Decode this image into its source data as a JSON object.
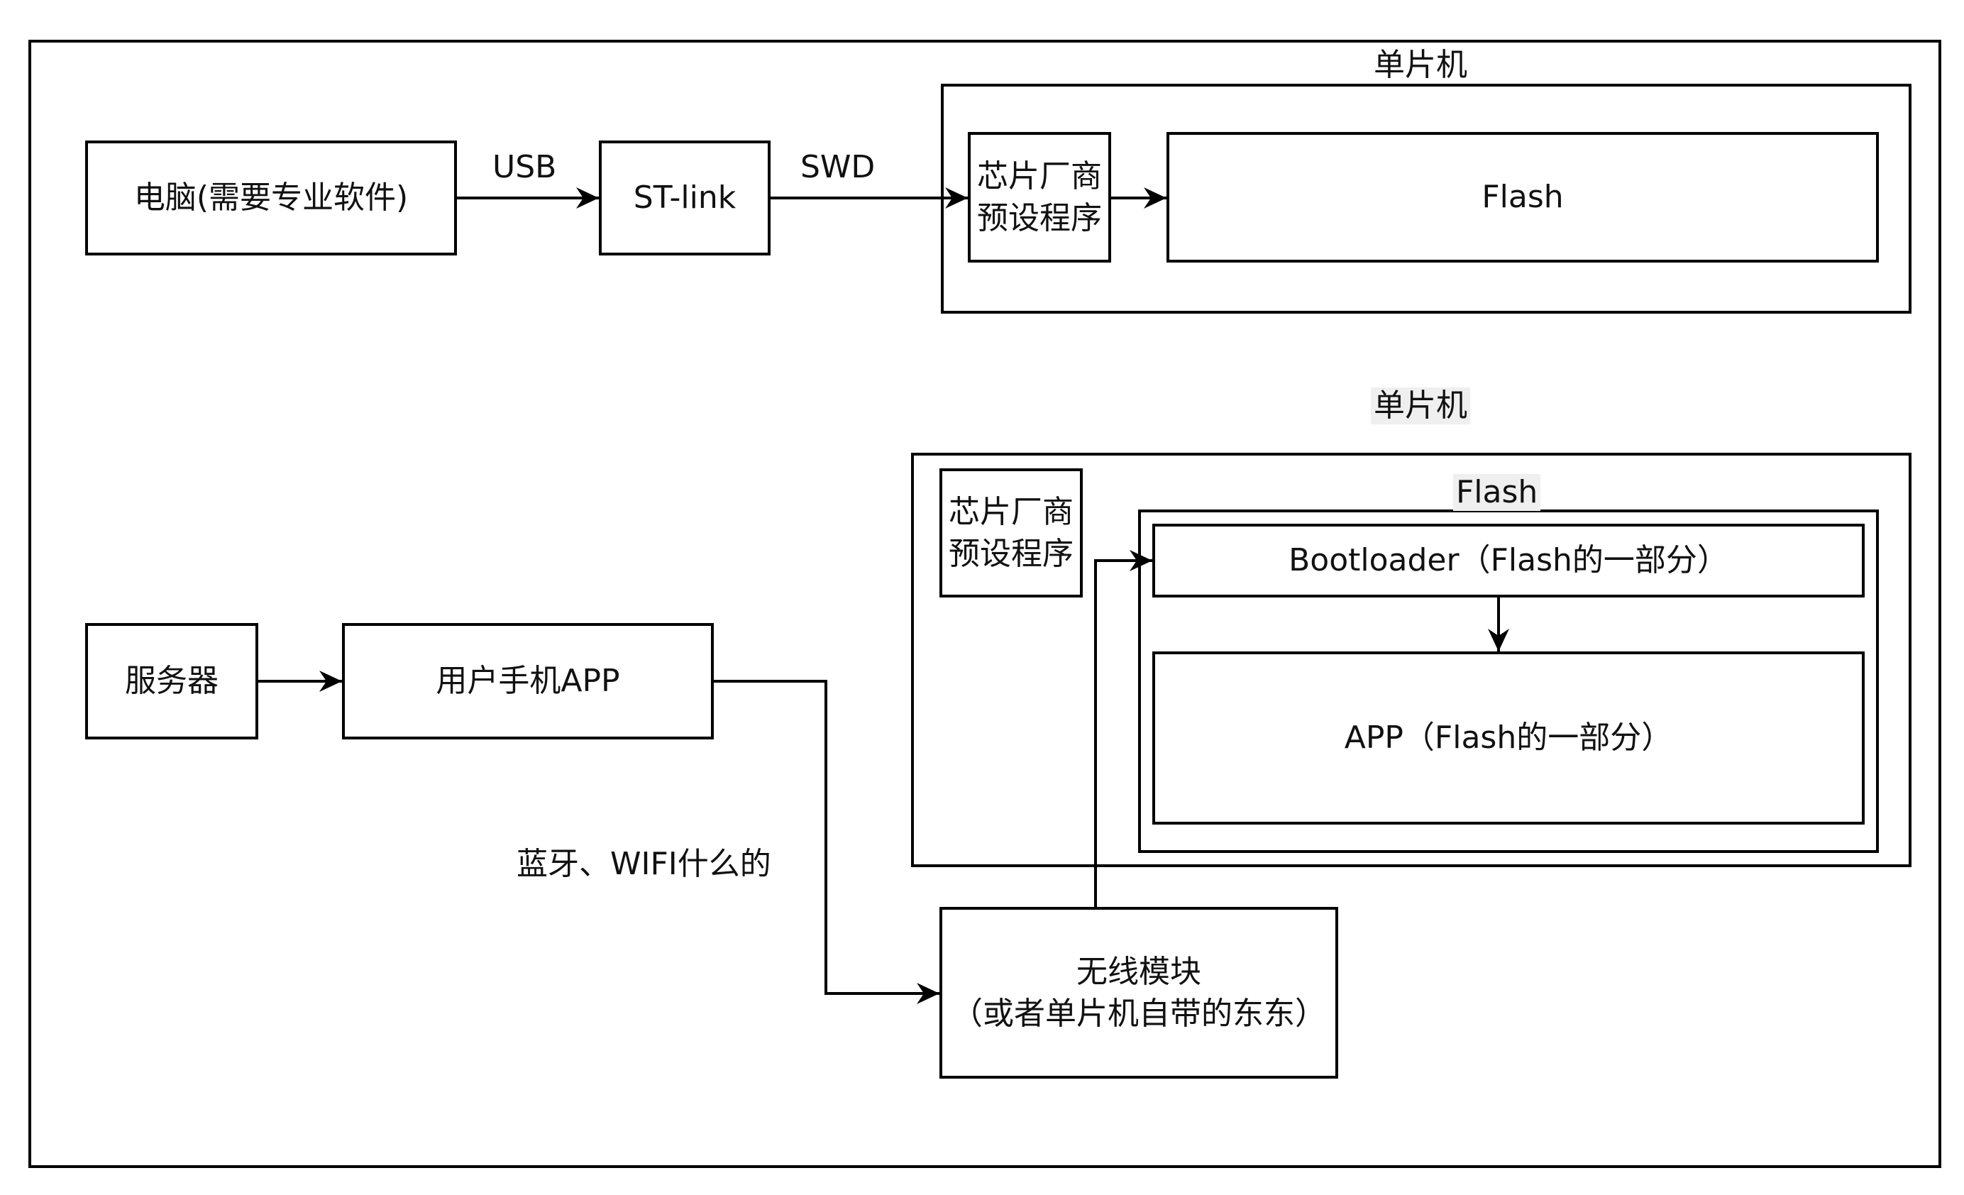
{
  "top": {
    "pc": "电脑(需要专业软件)",
    "usb": "USB",
    "stlink": "ST-link",
    "swd": "SWD",
    "mcu_title": "单片机",
    "vendor_line1": "芯片厂商",
    "vendor_line2": "预设程序",
    "flash": "Flash"
  },
  "bottom": {
    "mcu_title": "单片机",
    "vendor_line1": "芯片厂商",
    "vendor_line2": "预设程序",
    "flash_title": "Flash",
    "bootloader": "Bootloader（Flash的一部分）",
    "app": "APP（Flash的一部分）",
    "server": "服务器",
    "phone_app": "用户手机APP",
    "link_label": "蓝牙、WIFI什么的",
    "wireless_line1": "无线模块",
    "wireless_line2": "（或者单片机自带的东东）"
  }
}
